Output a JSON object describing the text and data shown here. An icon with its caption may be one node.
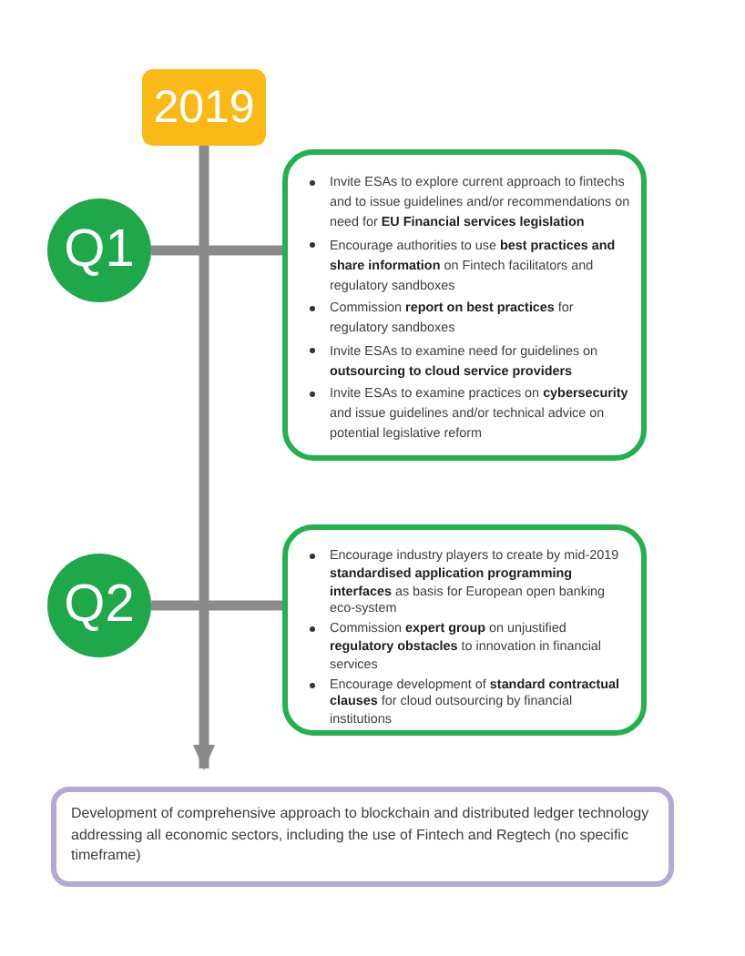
{
  "diagram": {
    "nodes": [
      {
        "text": [
          "2019"
        ]
      },
      {
        "text": [
          "Q1"
        ]
      },
      {
        "text": [
          "Invite ESAs to explore current approach to fintechs and to issue guidelines and/or recommendations on need for **EU Financial services legislation**",
          "Encourage authorities to use **best practices and share information** on Fintech facilitators and regulatory sandboxes",
          "Commission **report on best practices** for regulatory sandboxes",
          "Invite ESAs to examine need for guidelines on **outsourcing to cloud service providers**",
          "Invite ESAs to examine practices on **cybersecurity** and issue guidelines and/or technical advice on potential legislative reform"
        ]
      },
      {
        "text": [
          "Q2"
        ]
      },
      {
        "text": [
          "Encourage industry players to create by mid-2019 **standardised application programming interfaces** as basis for European open banking eco-system",
          "Commission **expert group** on unjustified **regulatory obstacles** to innovation in financial services",
          "Encourage development of **standard contractual clauses** for cloud outsourcing by financial institutions"
        ]
      },
      {
        "text": [
          "Development of comprehensive approach to blockchain and distributed ledger technology addressing all economic sectors, including the use of Fintech and Regtech (no specific timeframe)"
        ]
      }
    ],
    "edges": [
      {
        "from": 0,
        "to": 5,
        "arrow": "to"
      },
      {
        "from": 1,
        "to": 2,
        "arrow": "none"
      },
      {
        "from": 3,
        "to": 4,
        "arrow": "none"
      }
    ]
  }
}
